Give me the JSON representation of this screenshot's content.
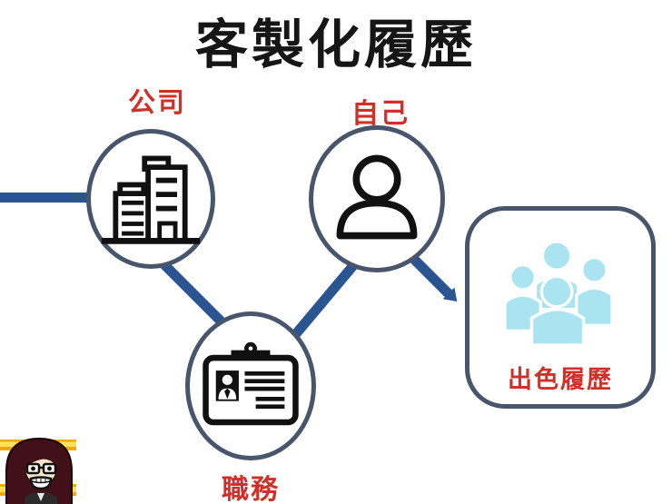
{
  "title": "客製化履歷",
  "nodes": [
    {
      "id": "company",
      "label": "公司",
      "icon": "building-icon"
    },
    {
      "id": "self",
      "label": "自己",
      "icon": "person-icon"
    },
    {
      "id": "job",
      "label": "職務",
      "icon": "id-badge-icon"
    },
    {
      "id": "result",
      "label": "出色履歷",
      "icon": "people-group-icon"
    }
  ],
  "flow": {
    "connectors": [
      "left-edge→company",
      "company→job",
      "job→self",
      "self→result(arrow)"
    ]
  },
  "decoration": {
    "avatar": "cartoon-girl-with-glasses",
    "stripes": "double-yellow-bars"
  },
  "colors": {
    "connector_blue": "#2b5591",
    "node_border_slate": "#49556a",
    "label_red": "#d0302a",
    "icon_black": "#111111",
    "people_cyan": "#a9e4f0",
    "stripe_gold": "#f0a80a",
    "stripe_yellow": "#ffe15c",
    "avatar_hair": "#421019",
    "background": "#ffffff"
  }
}
